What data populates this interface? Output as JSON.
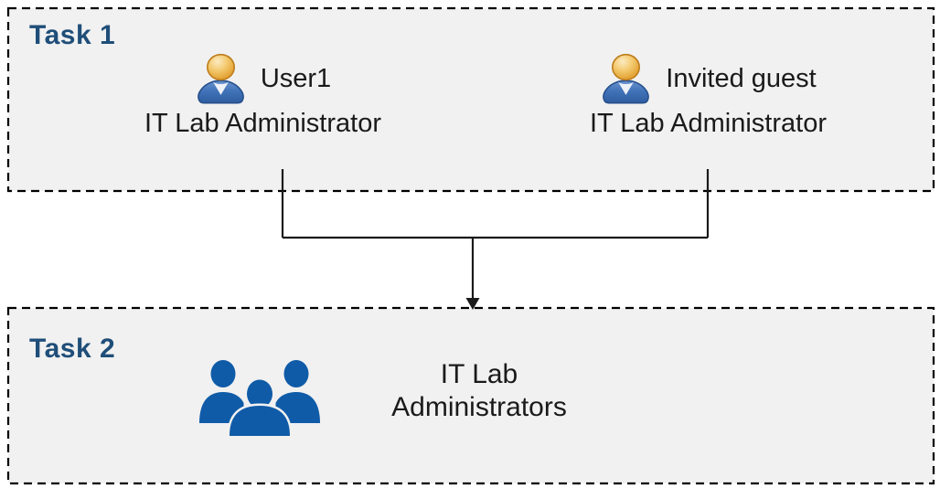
{
  "diagram": {
    "task1": {
      "label": "Task 1",
      "members": [
        {
          "name": "User1",
          "role": "IT Lab Administrator",
          "icon": "person-icon"
        },
        {
          "name": "Invited guest",
          "role": "IT Lab Administrator",
          "icon": "person-icon"
        }
      ]
    },
    "task2": {
      "label": "Task 2",
      "group": {
        "icon": "people-group-icon",
        "name_line1": "IT Lab",
        "name_line2": "Administrators"
      }
    },
    "connector": {
      "type": "merge-down-arrow",
      "description": "lines from both Task 1 members merge and point to Task 2 group"
    },
    "colors": {
      "task_label_blue": "#1F4E79",
      "box_fill": "#F1F1F1",
      "box_border": "#000000",
      "connector_line": "#1A1A1A",
      "group_icon_blue": "#0F5BA8",
      "person_head_gold": "#E2A132",
      "person_body_blue": "#4273B8",
      "text_color": "#1A1A1A"
    }
  }
}
